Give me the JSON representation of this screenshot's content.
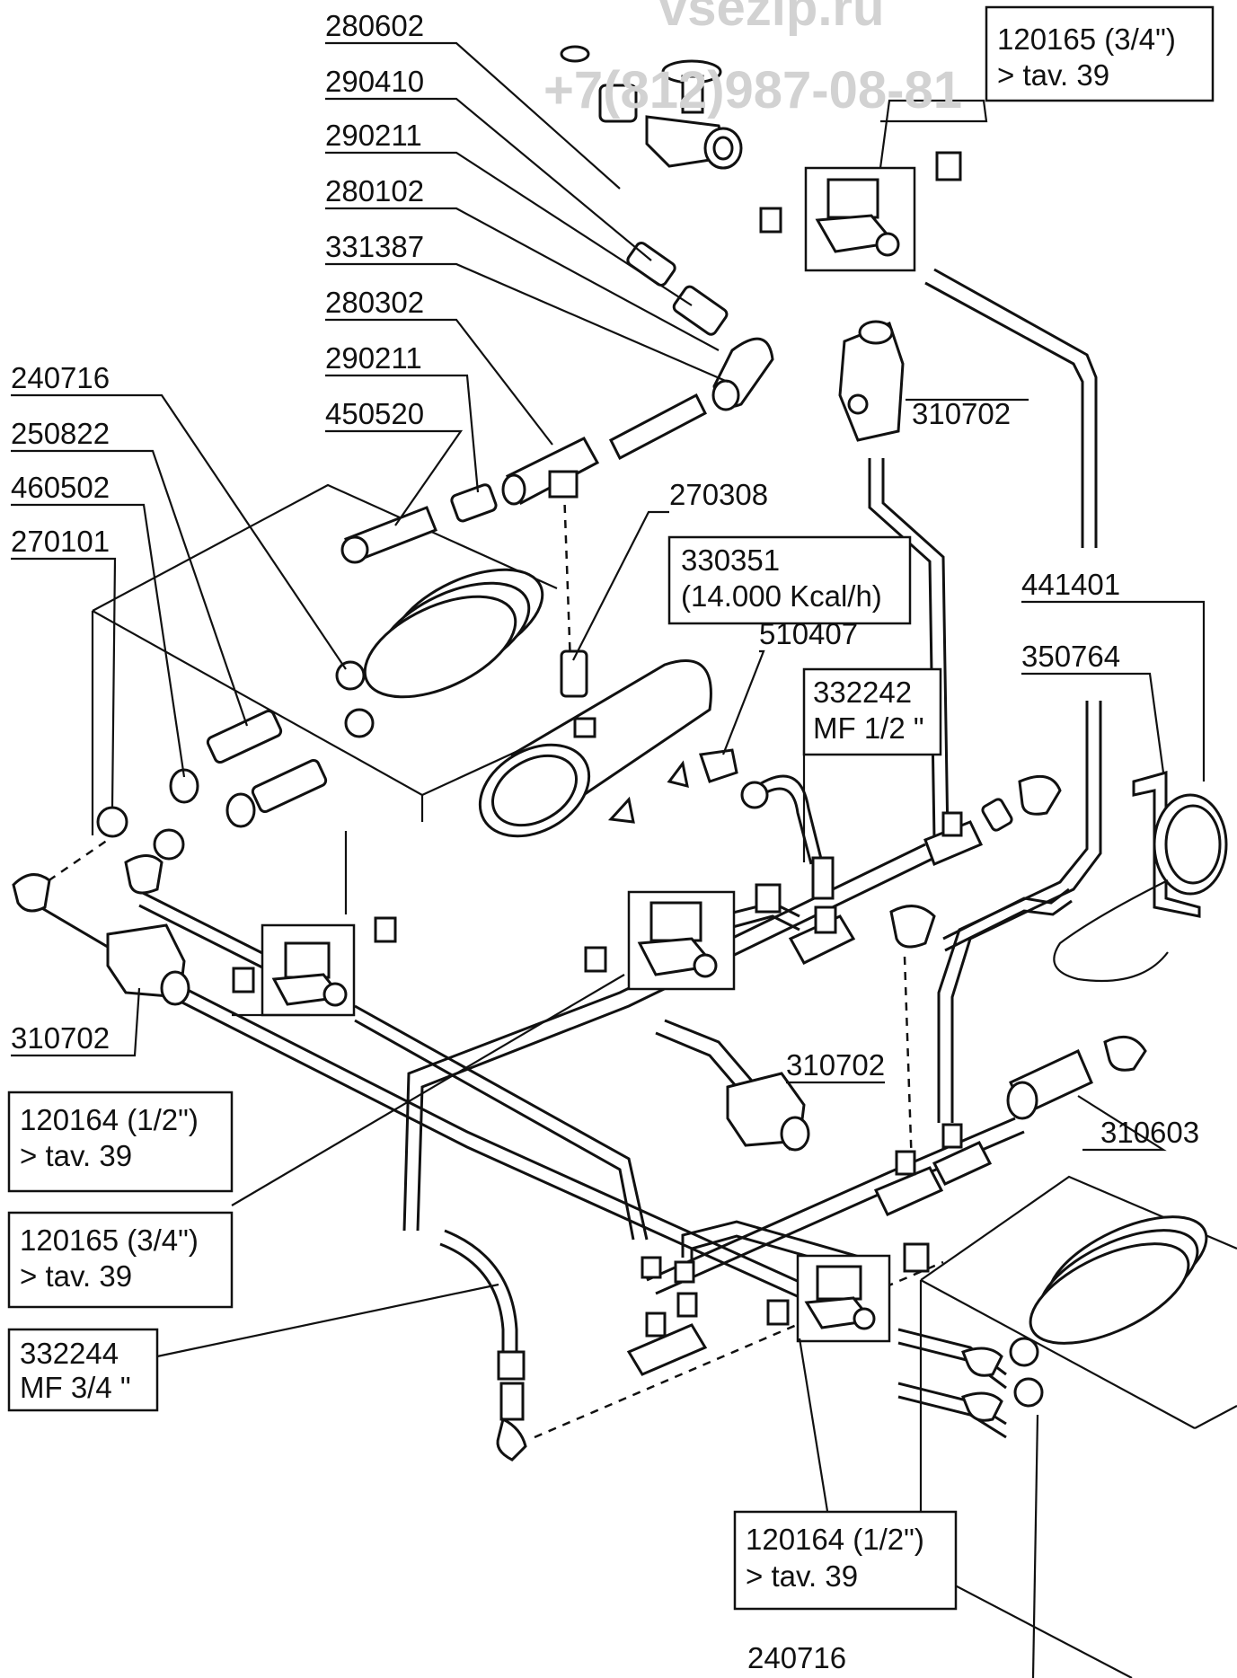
{
  "watermark": {
    "site": "vsezip.ru",
    "phone": "+7(812)987-08-81"
  },
  "labels": {
    "p280602": "280602",
    "p290410": "290410",
    "p290211_top": "290211",
    "p280102": "280102",
    "p331387": "331387",
    "p280302": "280302",
    "p290211_mid": "290211",
    "p450520": "450520",
    "p240716_left": "240716",
    "p250822": "250822",
    "p460502": "460502",
    "p270101": "270101",
    "p270308": "270308",
    "p330351": "330351",
    "p330351_note": "(14.000 Kcal/h)",
    "p510407": "510407",
    "p332242": "332242",
    "p332242_note": "MF 1/2 \"",
    "p310702_top": "310702",
    "p441401": "441401",
    "p350764": "350764",
    "p310702_left": "310702",
    "p310702_mid": "310702",
    "p310603": "310603",
    "p120165_top": "120165 (3/4\")",
    "p120165_top_ref": "> tav.  39",
    "p120164_left": "120164 (1/2\")",
    "p120164_left_ref": "> tav.  39",
    "p120165_left": "120165 (3/4\")",
    "p120165_left_ref": "> tav.  39",
    "p332244": "332244",
    "p332244_note": "MF 3/4 \"",
    "p120164_bottom": "120164 (1/2\")",
    "p120164_bottom_ref": "> tav.  39",
    "p240716_bottom": "240716"
  }
}
